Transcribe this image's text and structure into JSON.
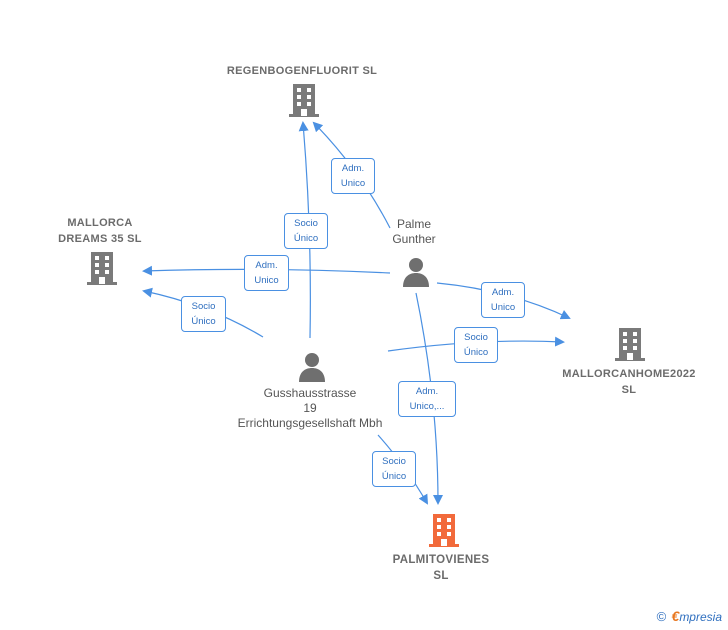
{
  "colors": {
    "edge": "#4a90e2",
    "company_icon": "#7a7a7a",
    "focus_company_icon": "#f26a3b",
    "person_icon": "#6f6f6f",
    "text": "#6b6b6b",
    "watermark_accent": "#e8771f"
  },
  "nodes": {
    "regenbogenfluorit": {
      "lines": [
        "REGENBOGENFLUORIT SL"
      ],
      "icon": "building-icon"
    },
    "mallorca_dreams": {
      "lines": [
        "MALLORCA",
        "DREAMS 35  SL"
      ],
      "icon": "building-icon"
    },
    "mallorcanhome": {
      "lines": [
        "MALLORCANHOME2022",
        "SL"
      ],
      "icon": "building-icon"
    },
    "palmitovienes": {
      "lines": [
        "PALMITOVIENES",
        "SL"
      ],
      "icon": "building-icon",
      "focus": true
    },
    "palme_gunther": {
      "lines": [
        "Palme",
        "Gunther"
      ],
      "icon": "person-icon"
    },
    "gusshausstrasse": {
      "lines": [
        "Gusshausstrasse",
        "19",
        "Errichtungsgesellshaft Mbh"
      ],
      "icon": "person-icon"
    }
  },
  "edge_labels": {
    "palme_to_regen": [
      "Adm.",
      "Unico"
    ],
    "guss_to_regen": [
      "Socio",
      "Único"
    ],
    "palme_to_dreams": [
      "Adm.",
      "Unico"
    ],
    "guss_to_dreams": [
      "Socio",
      "Único"
    ],
    "palme_to_mallorcanhome": [
      "Adm.",
      "Unico"
    ],
    "guss_to_mallorcanhome": [
      "Socio",
      "Único"
    ],
    "palme_to_palmito": [
      "Adm.",
      "Unico,..."
    ],
    "guss_to_palmito": [
      "Socio",
      "Único"
    ]
  },
  "watermark": {
    "copyright": "©",
    "brand_initial": "€",
    "brand_rest": "mpresia"
  }
}
